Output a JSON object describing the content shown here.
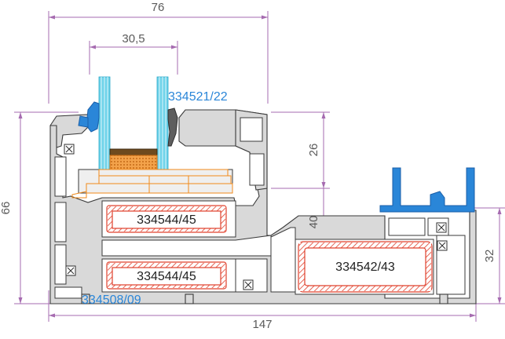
{
  "dimensions": {
    "overall_top_width": "76",
    "glass_width": "30,5",
    "left_height": "66",
    "upper_right_height": "26",
    "middle_right_height": "40",
    "right_height": "32",
    "bottom_width": "147"
  },
  "profile_codes": {
    "glass_bead": "334521/22",
    "upper_reinforcement": "334544/45",
    "lower_reinforcement": "334544/45",
    "right_reinforcement": "334542/43",
    "frame": "334508/09"
  },
  "colors": {
    "dimension_lines": "#a66bb0",
    "blue_labels": "#2a86d8",
    "reinforcement": "#e0402c",
    "glass": "#6fd3ea",
    "spacer": "#f0a050",
    "profile_fill": "#d9d9d9"
  }
}
